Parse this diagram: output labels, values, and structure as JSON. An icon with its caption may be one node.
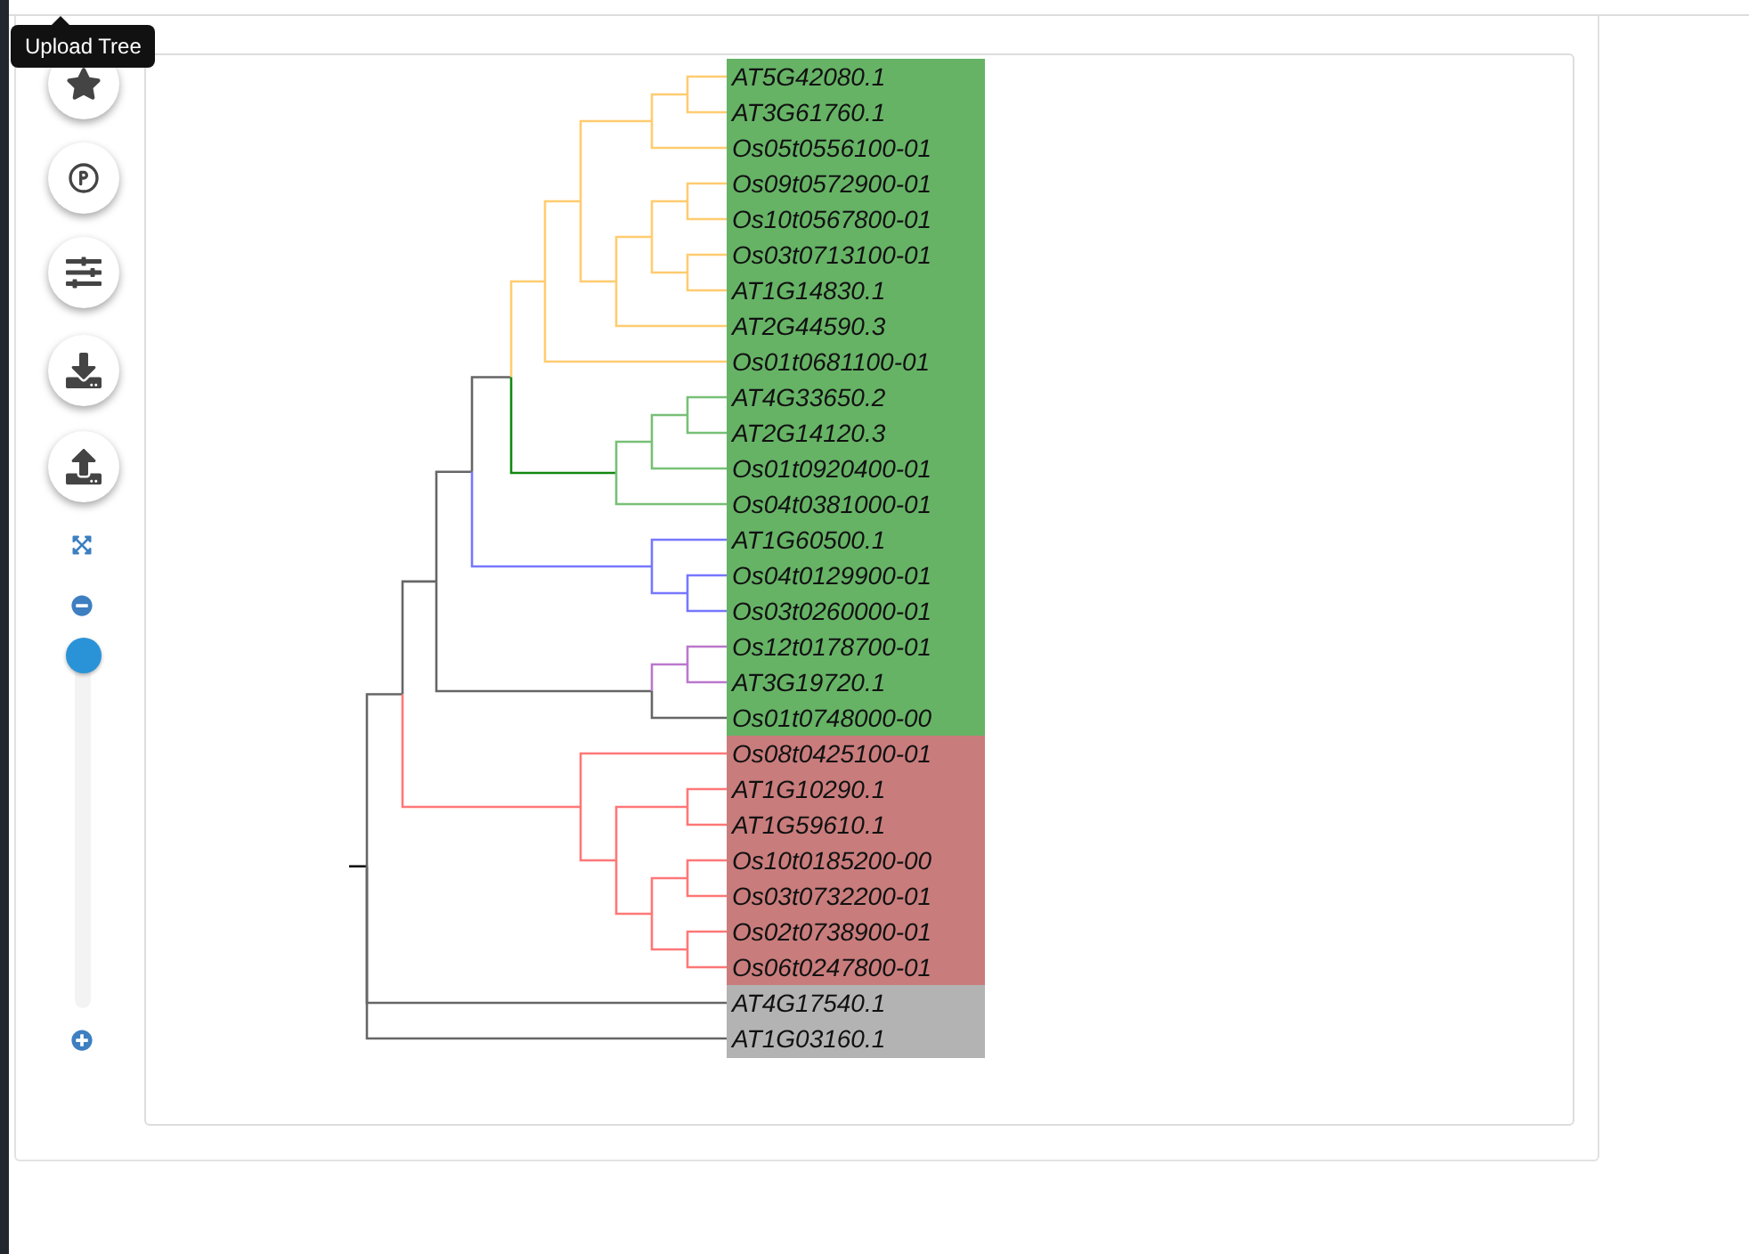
{
  "diagram": {
    "nodes": [
      {
        "text": [
          "AT5G42080.1",
          "AT3G61760.1",
          "Os05t0556100-01",
          "Os09t0572900-01",
          "Os10t0567800-01",
          "Os03t0713100-01",
          "AT1G14830.1",
          "AT2G44590.3",
          "Os01t0681100-01",
          "AT4G33650.2",
          "AT2G14120.3",
          "Os01t0920400-01",
          "Os04t0381000-01",
          "AT1G60500.1",
          "Os04t0129900-01",
          "Os03t0260000-01",
          "Os12t0178700-01",
          "AT3G19720.1",
          "Os01t0748000-00"
        ]
      },
      {
        "text": [
          "Os08t0425100-01",
          "AT1G10290.1",
          "AT1G59610.1",
          "Os10t0185200-00",
          "Os03t0732200-01",
          "Os02t0738900-01",
          "Os06t0247800-01"
        ]
      },
      {
        "text": [
          "AT4G17540.1",
          "AT1G03160.1"
        ]
      }
    ],
    "labels": [
      "Upload Tree"
    ]
  }
}
